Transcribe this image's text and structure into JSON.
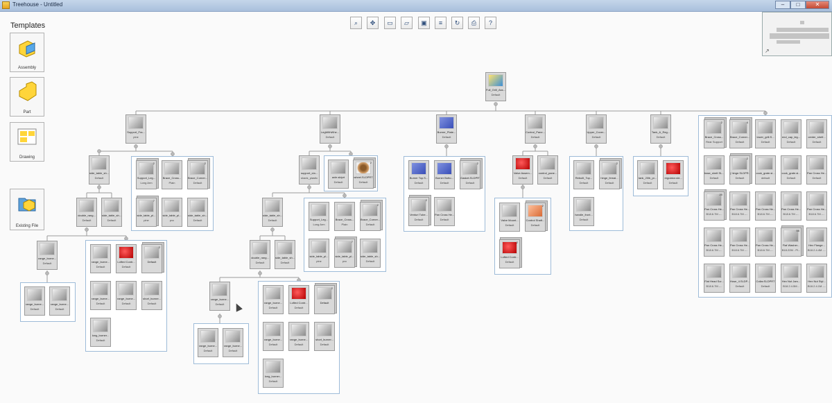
{
  "window": {
    "title": "Treehouse - Untitled",
    "controls": {
      "minimize": "–",
      "maximize": "□",
      "close": "✕"
    }
  },
  "templates": {
    "heading": "Templates",
    "items": [
      {
        "label": "Assembly",
        "icon": "assembly-template-icon"
      },
      {
        "label": "Part",
        "icon": "part-template-icon"
      },
      {
        "label": "Drawing",
        "icon": "drawing-template-icon"
      },
      {
        "label": "Existing File",
        "icon": "existing-file-icon"
      }
    ]
  },
  "toolbar": [
    {
      "name": "zoom-button",
      "glyph": "⌕"
    },
    {
      "name": "fit-button",
      "glyph": "✥"
    },
    {
      "name": "new-button",
      "glyph": "▭"
    },
    {
      "name": "open-button",
      "glyph": "▱"
    },
    {
      "name": "save-button",
      "glyph": "▣"
    },
    {
      "name": "properties-button",
      "glyph": "≡"
    },
    {
      "name": "refresh-button",
      "glyph": "↻"
    },
    {
      "name": "print-button",
      "glyph": "⎙"
    },
    {
      "name": "help-button",
      "glyph": "?"
    }
  ],
  "tree": {
    "root": {
      "name": "Full_Grill_Ass...",
      "config": "Default"
    },
    "level1": [
      {
        "name": "Support_Fra...",
        "config": "pine"
      },
      {
        "name": "LegWithWhe...",
        "config": "Default"
      },
      {
        "name": "Burner_Plate...",
        "config": "Default"
      },
      {
        "name": "Control_Pane...",
        "config": "Default"
      },
      {
        "name": "Upper_Cover...",
        "config": "Default"
      },
      {
        "name": "Tank_&_Reg...",
        "config": "Default"
      }
    ],
    "support_group": [
      {
        "name": "Support_Leg...",
        "config": "Long Arm",
        "badge": "2"
      },
      {
        "name": "Brace_Cross...",
        "config": "Plain"
      },
      {
        "name": "Brace_Corner...",
        "config": "Default",
        "badge": "2"
      },
      {
        "name": "side_table_pl...",
        "config": "pine",
        "badge": "7"
      },
      {
        "name": "side_table_pl...",
        "config": "pvc"
      },
      {
        "name": "side_table_sh...",
        "config": "Default"
      }
    ],
    "left_sub": [
      {
        "name": "side_table_sh...",
        "config": "Default"
      },
      {
        "name": "double_rang...",
        "config": "Default"
      },
      {
        "name": "side_table_sh...",
        "config": "Default"
      },
      {
        "name": "range_burne...",
        "config": "Default"
      },
      {
        "name": "range_burne...",
        "config": "Default"
      },
      {
        "name": "range_burne...",
        "config": "Default"
      }
    ],
    "left_group": [
      {
        "name": "range_burne...",
        "config": "Default"
      },
      {
        "name": "Lofted Contr...",
        "config": "Default"
      },
      {
        "name": "Default",
        "config": "",
        "badge": "2"
      },
      {
        "name": "range_burne...",
        "config": "Default"
      },
      {
        "name": "range_burne...",
        "config": "Default"
      },
      {
        "name": "short_burner...",
        "config": "Default"
      },
      {
        "name": "long_burner...",
        "config": "Default"
      }
    ],
    "leg_group": [
      {
        "name": "support_cla...",
        "config": "shank_plastic"
      },
      {
        "name": "axle.sldprt",
        "config": "Default"
      },
      {
        "name": "wheel.SLDPRT",
        "config": "Default",
        "badge": "2"
      }
    ],
    "mid_group": [
      {
        "name": "side_table_sh...",
        "config": "Default"
      },
      {
        "name": "Support_Leg...",
        "config": "Long Arm"
      },
      {
        "name": "Brace_Cross...",
        "config": "Plain"
      },
      {
        "name": "Brace_Corner...",
        "config": "Default",
        "badge": "2"
      },
      {
        "name": "side_table_pl...",
        "config": "pine"
      },
      {
        "name": "side_table_pl...",
        "config": "pvc",
        "badge": "7"
      },
      {
        "name": "side_table_sh...",
        "config": "Default"
      },
      {
        "name": "double_rang...",
        "config": "Default"
      },
      {
        "name": "side_table_sh...",
        "config": "Default"
      },
      {
        "name": "range_burne...",
        "config": "Default"
      }
    ],
    "mid_bottom": [
      {
        "name": "range_burne...",
        "config": "Default"
      },
      {
        "name": "range_burne...",
        "config": "Default"
      },
      {
        "name": "range_burne...",
        "config": "Default"
      },
      {
        "name": "Lofted Contr...",
        "config": "Default"
      },
      {
        "name": "Default",
        "config": "",
        "badge": "2"
      },
      {
        "name": "range_burne...",
        "config": "Default"
      },
      {
        "name": "range_burne...",
        "config": "Default"
      },
      {
        "name": "short_burner...",
        "config": "Default"
      },
      {
        "name": "long_burner...",
        "config": "Default"
      }
    ],
    "burner_group": [
      {
        "name": "Burner Top.S...",
        "config": "Default"
      },
      {
        "name": "Burner Botto...",
        "config": "Default"
      },
      {
        "name": "Gasket.SLDPRT",
        "config": "Default",
        "badge": "2"
      },
      {
        "name": "Venturi Tube...",
        "config": "Default",
        "badge": "2"
      },
      {
        "name": "Pan Cross He...",
        "config": "Default"
      }
    ],
    "control_group": [
      {
        "name": "Valve Assem...",
        "config": "Default"
      },
      {
        "name": "control_pane...",
        "config": "Default"
      },
      {
        "name": "Valve Mount...",
        "config": "Default"
      },
      {
        "name": "Control Shaft...",
        "config": "Default",
        "badge": "2"
      },
      {
        "name": "Lofted Contr...",
        "config": "Default",
        "badge": "2"
      }
    ],
    "cover_group": [
      {
        "name": "Rebuilt_Top...",
        "config": "Default"
      },
      {
        "name": "hinge_femal...",
        "config": "Default",
        "badge": "2"
      },
      {
        "name": "handle_front...",
        "config": "Default"
      }
    ],
    "tank_group": [
      {
        "name": "tank_20lb_pr...",
        "config": "Default"
      },
      {
        "name": "regulator.sld...",
        "config": "Default"
      }
    ],
    "hardware_group": [
      {
        "name": "Brace_Cross...",
        "config": "Rear Support",
        "badge": "2"
      },
      {
        "name": "Brace_Corner...",
        "config": "Default",
        "badge": "4"
      },
      {
        "name": "lower_grill.S...",
        "config": "Default"
      },
      {
        "name": "end_cap_leg...",
        "config": "Default"
      },
      {
        "name": "center_shelf...",
        "config": "Default"
      },
      {
        "name": "base_shelf.SL...",
        "config": "Default"
      },
      {
        "name": "( hinge.SLDPR...",
        "config": "Default",
        "badge": "2"
      },
      {
        "name": "cook_grate.sl...",
        "config": "default"
      },
      {
        "name": "cook_grate.sl...",
        "config": "Default"
      },
      {
        "name": "Pan Cross He...",
        "config": "Default"
      },
      {
        "name": "Pan Cross He...",
        "config": "B18.6.7M -...",
        "badge": "20"
      },
      {
        "name": "Pan Cross He...",
        "config": "B18.6.7M -..."
      },
      {
        "name": "Pan Cross He...",
        "config": "B18.6.7M -..."
      },
      {
        "name": "Pan Cross He...",
        "config": "B18.6.7M -..."
      },
      {
        "name": "Pan Cross He...",
        "config": "B18.6.7M -..."
      },
      {
        "name": "Pan Cross He...",
        "config": "B18.6.7M -..."
      },
      {
        "name": "Pan Cross He...",
        "config": "B18.6.7M -..."
      },
      {
        "name": "Pan Cross He...",
        "config": "B18.6.7M -..."
      },
      {
        "name": "Flat Washer...",
        "config": "B18.22M - Pl...",
        "badge": "56"
      },
      {
        "name": "Hex Flange...",
        "config": "B18.2.4.4M -..."
      },
      {
        "name": "Flat Head Scr...",
        "config": "B18.6.7M -..."
      },
      {
        "name": "Hose_4.SLDP...",
        "config": "Default"
      },
      {
        "name": "Collar.SLDPRT",
        "config": "Default"
      },
      {
        "name": "Hex Nut Jam...",
        "config": "B18.2.4.5M..."
      },
      {
        "name": "Hex Nut Styl...",
        "config": "B18.2.4.1M -..."
      }
    ]
  }
}
